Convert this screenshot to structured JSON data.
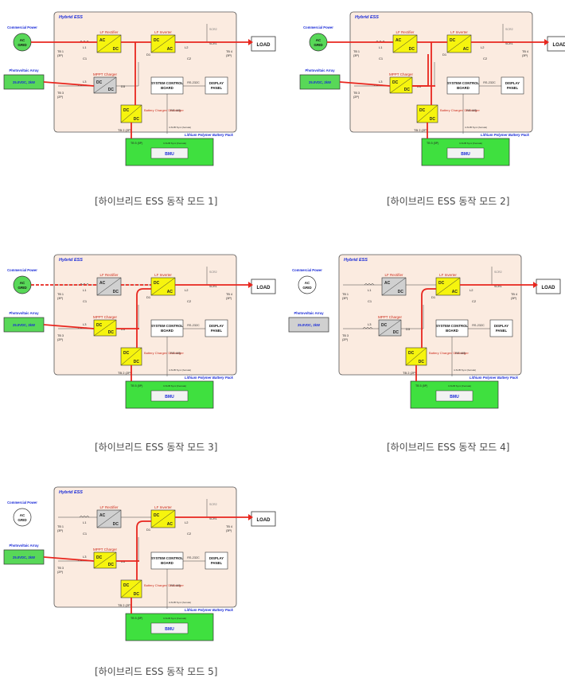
{
  "labels": {
    "ess_title": "Hybrid ESS",
    "commercial_power": "Commercial Power",
    "grid_line1": "AC",
    "grid_line2": "GRID",
    "pv_array": "Photovoltaic Array",
    "pv_spec": "25.0VDC, 2kW",
    "load": "LOAD",
    "lf_rectifier": "LF Rectifier",
    "lf_inverter": "LF Inverter",
    "mppt_charger": "MPPT Charger",
    "system_control_board": "SYSTEM CONTROL BOARD",
    "display_panel": "DISPLAY PANEL",
    "battery_charger_discharger": "Battery Charger/ Discharger",
    "battery_pack": "Lithium Polymer Battery Pack",
    "bmu": "BMU",
    "ac": "AC",
    "dc": "DC",
    "tb1": "TB 1",
    "tb2": "TB 2 (2P)",
    "tb3": "TB 3",
    "tb4": "TB 4",
    "tb5": "TB 5 (5P)",
    "p1": "(1P)",
    "p2": "(2P)",
    "p3": "(3P)",
    "l1": "L1",
    "l2": "L2",
    "l3": "L3",
    "c1": "C1",
    "c2": "C2",
    "d1": "D1",
    "d3": "D3",
    "scr1": "SCR1",
    "scr2": "SCR2",
    "rs232c": "RS-232C",
    "rs485": "RS-485",
    "sync": "4-SUB Sync (female)",
    "batt_conn": "3-SUB Sync (Female)"
  },
  "captions": [
    "[하이브리드 ESS 동작 모드 1]",
    "[하이브리드 ESS 동작 모드 2]",
    "[하이브리드 ESS 동작 모드 3]",
    "[하이브리드 ESS 동작 모드 4]",
    "[하이브리드 ESS 동작 모드 5]"
  ],
  "colors": {
    "flow_red": "#e8261e",
    "ess_bg": "#fbebe0",
    "grid_green": "#58d858",
    "battery_green": "#3fe03f",
    "converter_yellow": "#f6f40e",
    "converter_gray": "#d0d0d0",
    "title_blue": "#1a2bd8",
    "component_label_red": "#cc2a1a"
  },
  "modes": [
    {
      "grid_state": "active",
      "pv_state": "active",
      "rectifier": "active",
      "mppt": "idle",
      "batt_conv": "active",
      "flow": "grid-charge"
    },
    {
      "grid_state": "active",
      "pv_state": "active",
      "rectifier": "active",
      "mppt": "active",
      "batt_conv": "active",
      "flow": "grid-pv-charge"
    },
    {
      "grid_state": "partial",
      "pv_state": "active",
      "rectifier": "idle",
      "mppt": "active",
      "batt_conv": "active",
      "flow": "pv-battery"
    },
    {
      "grid_state": "off",
      "pv_state": "off",
      "rectifier": "idle",
      "mppt": "idle",
      "batt_conv": "active",
      "flow": "battery-only"
    },
    {
      "grid_state": "off",
      "pv_state": "active",
      "rectifier": "idle",
      "mppt": "active",
      "batt_conv": "active",
      "flow": "pv-battery"
    }
  ]
}
